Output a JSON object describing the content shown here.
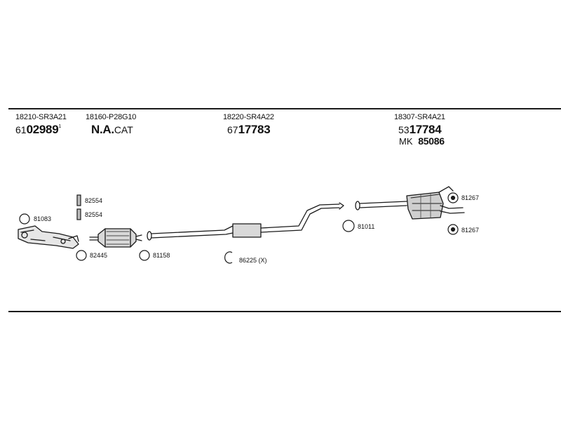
{
  "parts": {
    "p1": {
      "oem": "18210-SR3A21",
      "prefix": "61",
      "number": "02989",
      "suffix": "1"
    },
    "p2": {
      "oem": "18160-P28G10",
      "bold": "N.A.",
      "suffix": "CAT"
    },
    "p3": {
      "oem": "18220-SR4A22",
      "prefix": "67",
      "number": "17783"
    },
    "p4": {
      "oem": "18307-SR4A21",
      "prefix": "53",
      "number": "17784",
      "kit_prefix": "MK",
      "kit_number": "85086"
    }
  },
  "callouts": {
    "c81083": "81083",
    "c82554a": "82554",
    "c82554b": "82554",
    "c82445": "82445",
    "c81158": "81158",
    "c86225": "86225 (X)",
    "c81011": "81011",
    "c81267a": "81267",
    "c81267b": "81267"
  },
  "colors": {
    "line": "#1a1a1a",
    "part_fill": "#d9d9d9",
    "part_dark": "#555555"
  }
}
